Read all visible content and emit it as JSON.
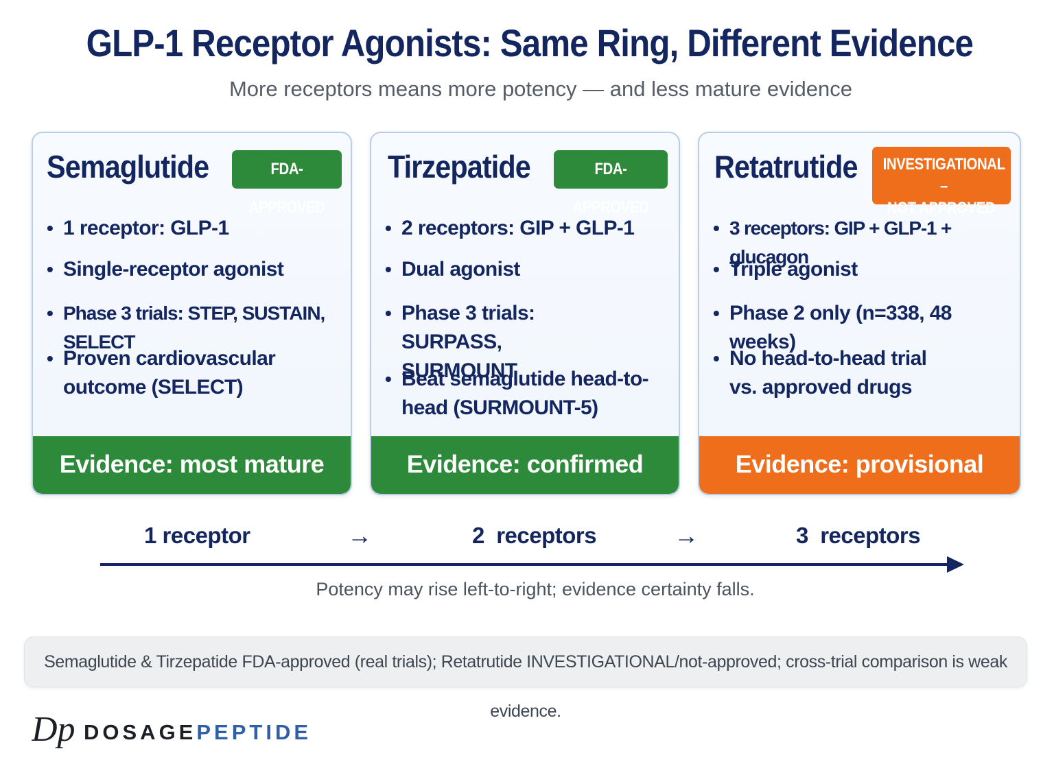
{
  "title": "GLP-1 Receptor Agonists: Same Ring, Different Evidence",
  "subtitle": "More receptors means more potency — and less mature evidence",
  "cards": [
    {
      "name": "Semaglutide",
      "badge": "FDA-APPROVED",
      "badge_color": "#2c8a3a",
      "points": [
        "1 receptor: GLP-1",
        "Single-receptor agonist",
        "Phase 3 trials: STEP, SUSTAIN, SELECT",
        "Proven cardiovascular outcome (SELECT)"
      ],
      "evidence": "Evidence: most mature",
      "evidence_color": "#2c8a3a"
    },
    {
      "name": "Tirzepatide",
      "badge": "FDA-APPROVED",
      "badge_color": "#2c8a3a",
      "points": [
        "2 receptors: GIP + GLP-1",
        "Dual agonist",
        "Phase 3 trials: SURPASS, SURMOUNT",
        "Beat semaglutide head-to-head (SURMOUNT-5)"
      ],
      "evidence": "Evidence: confirmed",
      "evidence_color": "#2c8a3a"
    },
    {
      "name": "Retatrutide",
      "badge_line1": "INVESTIGATIONAL –",
      "badge_line2": "NOT APPROVED",
      "badge_color": "#ef6e1b",
      "points": [
        "3 receptors: GIP + GLP-1 + glucagon",
        "Triple agonist",
        "Phase 2 only (n=338, 48 weeks)",
        "No head-to-head trial vs. approved drugs"
      ],
      "evidence": "Evidence: provisional",
      "evidence_color": "#ef6e1b"
    }
  ],
  "progression": {
    "steps": [
      "1 receptor",
      "2  receptors",
      "3  receptors"
    ],
    "arrow": "→",
    "caption": "Potency may rise left-to-right; evidence certainty falls."
  },
  "note": "Semaglutide & Tirzepatide FDA-approved (real trials); Retatrutide INVESTIGATIONAL/not-approved; cross-trial comparison is weak evidence.",
  "brand": {
    "logo_letters": "Dp",
    "name_part1": "DOSAGE",
    "name_part2": "PEPTIDE"
  }
}
